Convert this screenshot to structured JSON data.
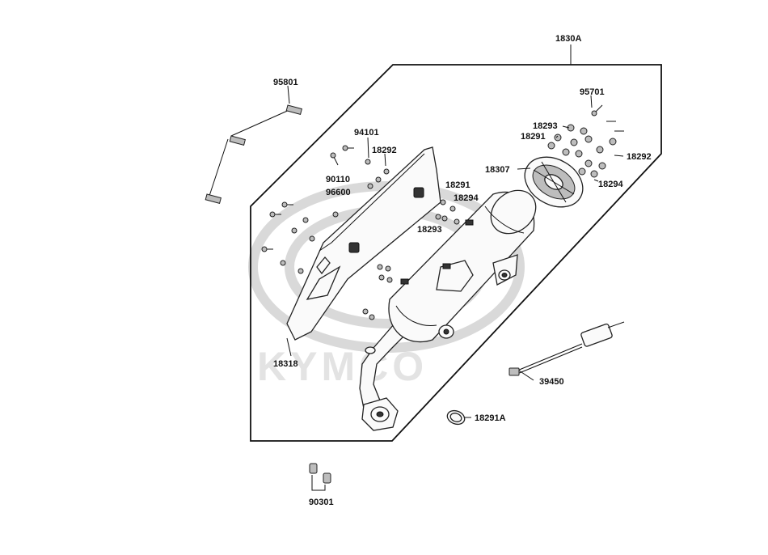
{
  "watermark": {
    "brand": "KYMCO"
  },
  "callouts": [
    {
      "id": "1830A"
    },
    {
      "id": "95801"
    },
    {
      "id": "95701"
    },
    {
      "id": "94101"
    },
    {
      "id": "18292",
      "instance": "upper-left"
    },
    {
      "id": "90110"
    },
    {
      "id": "96600"
    },
    {
      "id": "18291",
      "instance": "center"
    },
    {
      "id": "18294",
      "instance": "center"
    },
    {
      "id": "18293",
      "instance": "center"
    },
    {
      "id": "18293",
      "instance": "right"
    },
    {
      "id": "18291",
      "instance": "right"
    },
    {
      "id": "18307"
    },
    {
      "id": "18292",
      "instance": "right"
    },
    {
      "id": "18294",
      "instance": "right"
    },
    {
      "id": "18318"
    },
    {
      "id": "39450"
    },
    {
      "id": "18291A"
    },
    {
      "id": "90301"
    }
  ]
}
